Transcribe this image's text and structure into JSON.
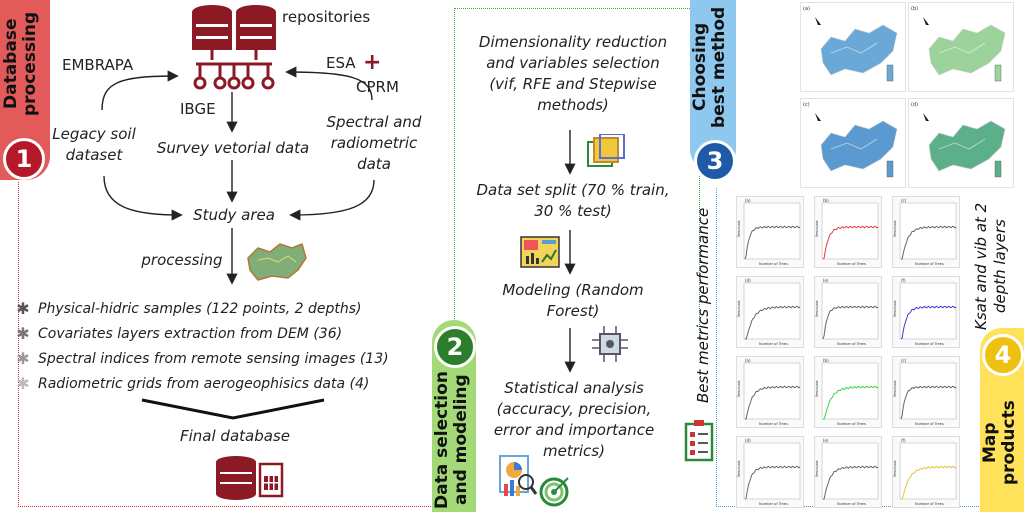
{
  "section1": {
    "title": "Database processing",
    "number": "1",
    "repositories": "repositories",
    "embrapa": "EMBRAPA",
    "esa": "ESA",
    "cprm": "CPRM",
    "ibge": "IBGE",
    "legacy": "Legacy soil dataset",
    "survey": "Survey vetorial data",
    "spectral": "Spectral and radiometric data",
    "study_area": "Study area",
    "processing": "processing",
    "bullets": [
      "Physical-hidric samples (122 points, 2 depths)",
      "Covariates layers extraction from DEM (36)",
      "Spectral indices from remote sensing images (13)",
      "Radiometric grids from aerogeophisics data (4)"
    ],
    "final_db": "Final database"
  },
  "section2": {
    "title": "Data selection and modeling",
    "number": "2",
    "dim_reduction": "Dimensionality reduction and variables selection (vif, RFE and Stepwise methods)",
    "split": "Data set split (70 % train, 30 % test)",
    "modeling": "Modeling (Random Forest)",
    "stats": "Statistical analysis (accuracy, precision, error and importance metrics)"
  },
  "section3": {
    "title": "Choosing best method",
    "number": "3",
    "side_label": "Best metrics performance",
    "panel_letters": [
      "(a)",
      "(b)",
      "(c)",
      "(d)",
      "(e)",
      "(f)"
    ],
    "xaxis": "Number of Trees",
    "yaxis": "Residuals"
  },
  "section4": {
    "title": "Map products",
    "number": "4",
    "side_label": "Ksat and vib at 2 depth layers",
    "map_letters": [
      "(a)",
      "(b)",
      "(c)",
      "(d)"
    ]
  },
  "colors": {
    "s1": "#e35a5a",
    "s1_badge": "#b5182a",
    "s2": "#a3d977",
    "s2_badge": "#2c7d2c",
    "s3": "#8fc8ee",
    "s3_badge": "#1e5aa8",
    "s4": "#ffe15a",
    "s4_badge": "#f0c010",
    "db_icon": "#8b1a24"
  }
}
